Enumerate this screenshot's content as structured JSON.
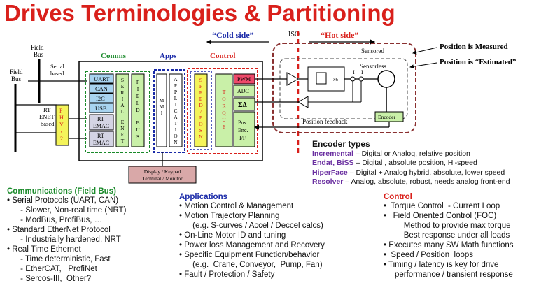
{
  "title": "Drives Terminologies & Partitioning",
  "diagram": {
    "cold_side": "“Cold side”",
    "iso": "ISO",
    "hot_side": "“Hot side”",
    "field_bus_top": [
      "Field",
      "Bus"
    ],
    "field_bus_left": [
      "Field",
      "Bus"
    ],
    "serial_based": [
      "Serial",
      "based"
    ],
    "rt_enet_based": [
      "RT",
      "ENET",
      "based"
    ],
    "phy": [
      "P",
      "H",
      "Y",
      "x",
      "2"
    ],
    "comms": "Comms",
    "apps": "Apps",
    "control": "Control",
    "comm_blocks": [
      "UART",
      "CAN",
      "I2C",
      "USB"
    ],
    "rt_emac": [
      "RT",
      "EMAC"
    ],
    "serial_enet": [
      "S",
      "E",
      "R",
      "I",
      "A",
      "L",
      "",
      "E",
      "N",
      "E",
      "T"
    ],
    "field_bus_vert": [
      "F",
      "I",
      "E",
      "L",
      "D",
      "",
      "B",
      "U",
      "S"
    ],
    "mmi": [
      "M",
      "M",
      "I"
    ],
    "application": [
      "A",
      "P",
      "P",
      "L",
      "I",
      "C",
      "A",
      "T",
      "I",
      "O",
      "N"
    ],
    "speed_posn": [
      "S",
      "P",
      "E",
      "E",
      "D",
      "/",
      "P",
      "O",
      "S",
      "N"
    ],
    "torque": [
      "T",
      "O",
      "R",
      "Q",
      "U",
      "E"
    ],
    "pwm": "PWM",
    "adc": "ADC",
    "sigma_delta": "ΣΔ",
    "pos_enc": [
      "Pos",
      "Enc.",
      "I/F"
    ],
    "x6": "x6",
    "i_label": "I",
    "sensored": "Sensored",
    "sensorless": "Sensorless",
    "position_feedback": "Position feedback",
    "encoder": "Encoder",
    "display": [
      "Display / Keypad",
      "Terminal / Monitor"
    ],
    "position_measured": "Position is  Measured",
    "position_estimated": "Position is  “Estimated”"
  },
  "encoder_types": {
    "heading": "Encoder types",
    "items": [
      {
        "name": "Incremental",
        "desc": " – Digital or Analog,  relative position"
      },
      {
        "name": "Endat, BiSS",
        "desc": " – Digital , absolute position,  Hi-speed"
      },
      {
        "name": "HiperFace",
        "desc": " – Digital + Analog hybrid, absolute,  lower speed"
      },
      {
        "name": "Resolver",
        "desc": " – Analog, absolute, robust,  needs analog front-end"
      }
    ]
  },
  "communications": {
    "heading": "Communications (Field Bus)",
    "lines": [
      "•  Serial Protocols (UART, CAN)",
      "      - Slower, Non-real time (NRT)",
      "      - ModBus, ProfiBus, …",
      "•  Standard EtherNet Protocol",
      "      - Industrially hardened, NRT",
      "•  Real Time Ethernet",
      "      - Time deterministic, Fast",
      "      - EtherCAT,   ProfiNet",
      "      - Sercos-III,  Other?"
    ]
  },
  "applications": {
    "heading": "Applications",
    "lines": [
      "•  Motion Control & Management",
      "•  Motion Trajectory Planning",
      "      (e.g. S-curves / Accel / Deccel calcs)",
      "•  On-Line Motor ID and tuning",
      "•  Power loss Management and Recovery",
      "•  Specific  Equipment Function/behavior",
      "      (e.g.  Crane, Conveyor,  Pump, Fan)",
      "•  Fault / Protection / Safety"
    ]
  },
  "control": {
    "heading": "Control",
    "lines": [
      "•  Torque Control  - Current Loop",
      "•   Field Oriented Control (FOC)",
      "         Method to provide max torque",
      "         Best response under all loads",
      "•  Executes many SW Math functions",
      "•  Speed / Position  loops",
      "•  Timing / latency is key for drive",
      "     performance / transient response"
    ]
  },
  "colors": {
    "title_red": "#d9201b",
    "comms_green": "#1a8a2a",
    "apps_blue": "#1a2aa8",
    "control_red": "#d9201b",
    "pwm_fill": "#ee4a6a",
    "block_green": "#c9f0a8",
    "block_blue": "#a8d4f0",
    "yellow": "#f4f45a",
    "purple": "#6a2fa0"
  }
}
